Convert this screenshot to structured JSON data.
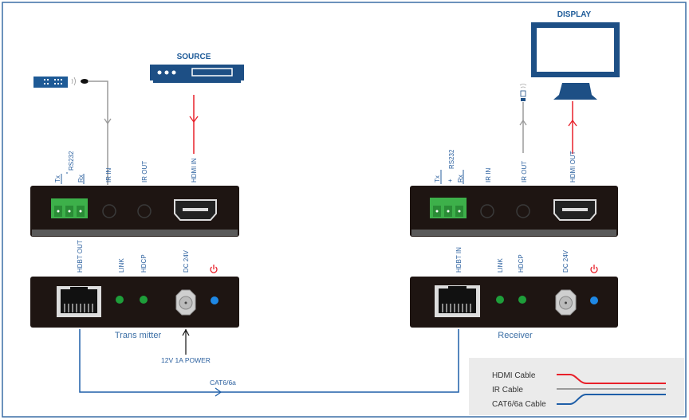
{
  "devices": {
    "source": "SOURCE",
    "display": "DISPLAY",
    "transmitter": "Trans mitter",
    "receiver": "Receiver"
  },
  "transmitter_labels": {
    "tx": "Tx",
    "rs232": "RS232",
    "rx": "Rx",
    "ir_in": "IR IN",
    "ir_out": "IR OUT",
    "hdmi_in": "HDMI IN",
    "hdbt_out": "HDBT OUT",
    "link": "LINK",
    "hdcp": "HDCP",
    "dc": "DC 24V"
  },
  "receiver_labels": {
    "tx": "Tx",
    "plus": "+",
    "rs232": "RS232",
    "rx": "Rx",
    "ir_in": "IR IN",
    "ir_out": "IR OUT",
    "hdmi_out": "HDMI OUT",
    "hdbt_in": "HDBT IN",
    "link": "LINK",
    "hdcp": "HDCP",
    "dc": "DC 24V"
  },
  "power_label": "12V 1A POWER",
  "cable_label": "CAT6/6a",
  "legend": [
    {
      "label": "HDMI Cable",
      "color": "#e8202a"
    },
    {
      "label": "IR Cable",
      "color": "#9a9a9a"
    },
    {
      "label": "CAT6/6a Cable",
      "color": "#1f5fa8"
    }
  ],
  "colors": {
    "brand_blue": "#1d4f85",
    "panel": "#1e1512",
    "terminal_green": "#3db04a",
    "led_green": "#1e9e3a",
    "led_blue": "#1e88e5",
    "power_icon": "#e8202a"
  }
}
